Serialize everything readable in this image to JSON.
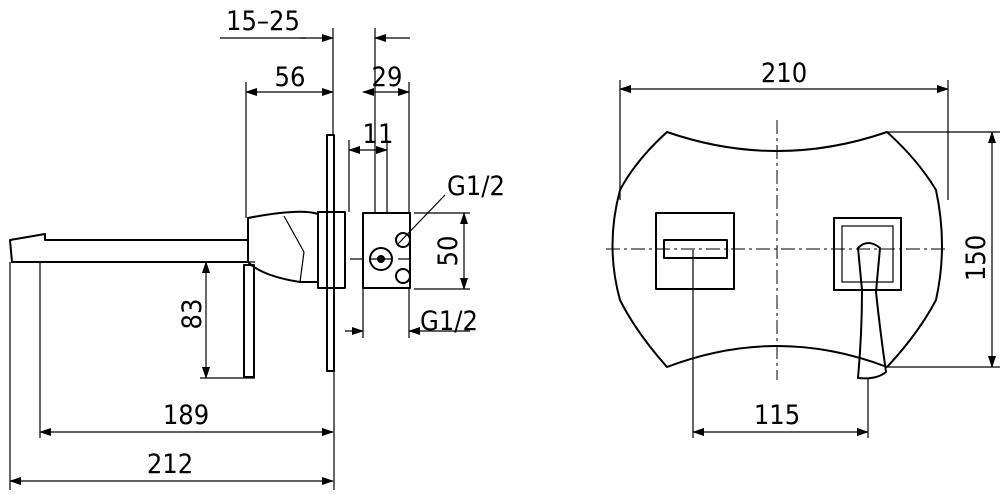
{
  "side_view": {
    "dim_15_25": "15–25",
    "dim_56": "56",
    "dim_29": "29",
    "dim_11": "11",
    "dim_50": "50",
    "dim_83": "83",
    "dim_189": "189",
    "dim_212": "212",
    "thread_top": "G1/2",
    "thread_bottom": "G1/2"
  },
  "front_view": {
    "dim_210": "210",
    "dim_150": "150",
    "dim_115": "115"
  }
}
